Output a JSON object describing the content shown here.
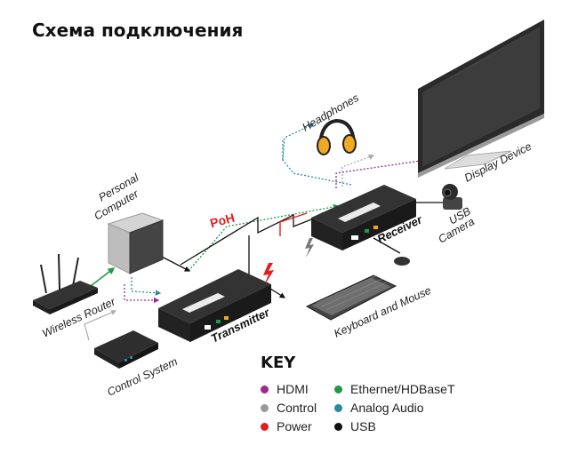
{
  "title": "Схема подключения",
  "devices": {
    "headphones": "Headphones",
    "display": "Display Device",
    "personal_computer_line1": "Personal",
    "personal_computer_line2": "Computer",
    "usb_camera_line1": "USB",
    "usb_camera_line2": "Camera",
    "receiver": "Receiver",
    "transmitter": "Transmitter",
    "wireless_router": "Wireless Router",
    "keyboard_mouse": "Keyboard and Mouse",
    "control_system": "Control System",
    "poh_badge": "PoH"
  },
  "key": {
    "title": "KEY",
    "items": [
      {
        "label": "HDMI",
        "color": "#9c2a91"
      },
      {
        "label": "Ethernet/HDBaseT",
        "color": "#1f9a4a"
      },
      {
        "label": "Control",
        "color": "#9a9a9a"
      },
      {
        "label": "Analog Audio",
        "color": "#2a8aa0"
      },
      {
        "label": "Power",
        "color": "#e02020"
      },
      {
        "label": "USB",
        "color": "#111111"
      }
    ]
  }
}
